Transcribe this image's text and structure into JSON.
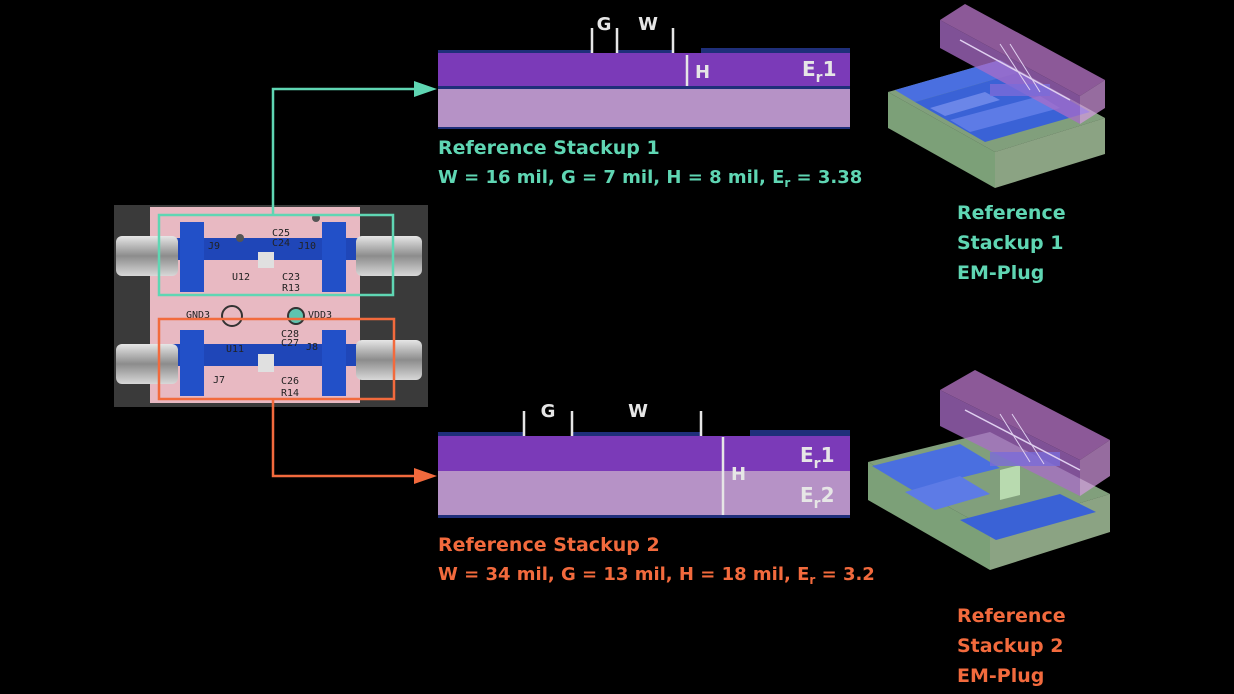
{
  "stackup1": {
    "title": "Reference Stackup 1",
    "params": {
      "w": "W = 16 mil, ",
      "g": "G = 7 mil, ",
      "h": "H = 8 mil, ",
      "er_letter": "E",
      "er_sub": "r",
      "er_value": " = 3.38"
    },
    "dim_labels": {
      "g": "G",
      "w": "W",
      "h": "H"
    },
    "layer_labels": [
      {
        "letter": "E",
        "sub": "r",
        "num": "1"
      }
    ],
    "em_plug": [
      "Reference",
      "Stackup 1",
      "EM-Plug"
    ]
  },
  "stackup2": {
    "title": "Reference Stackup 2",
    "params": {
      "w": "W = 34 mil, ",
      "g": "G = 13 mil, ",
      "h": "H = 18 mil, ",
      "er_letter": "E",
      "er_sub": "r",
      "er_value": " = 3.2"
    },
    "dim_labels": {
      "g": "G",
      "w": "W",
      "h": "H"
    },
    "layer_labels": [
      {
        "letter": "E",
        "sub": "r",
        "num": "1"
      },
      {
        "letter": "E",
        "sub": "r",
        "num": "2"
      }
    ],
    "em_plug": [
      "Reference",
      "Stackup 2",
      "EM-Plug"
    ]
  },
  "board": {
    "labels": [
      "J9",
      "C25",
      "C24",
      "J10",
      "U12",
      "C23",
      "R13",
      "GND3",
      "VDD3",
      "C28",
      "C27",
      "U11",
      "J8",
      "J7",
      "C26",
      "R14"
    ]
  },
  "colors": {
    "teal": "#5fd6b3",
    "orange": "#f26a3d",
    "layer1": "#7b3ab8",
    "layer2": "#b692c6",
    "copper": "#1f2f7a"
  }
}
